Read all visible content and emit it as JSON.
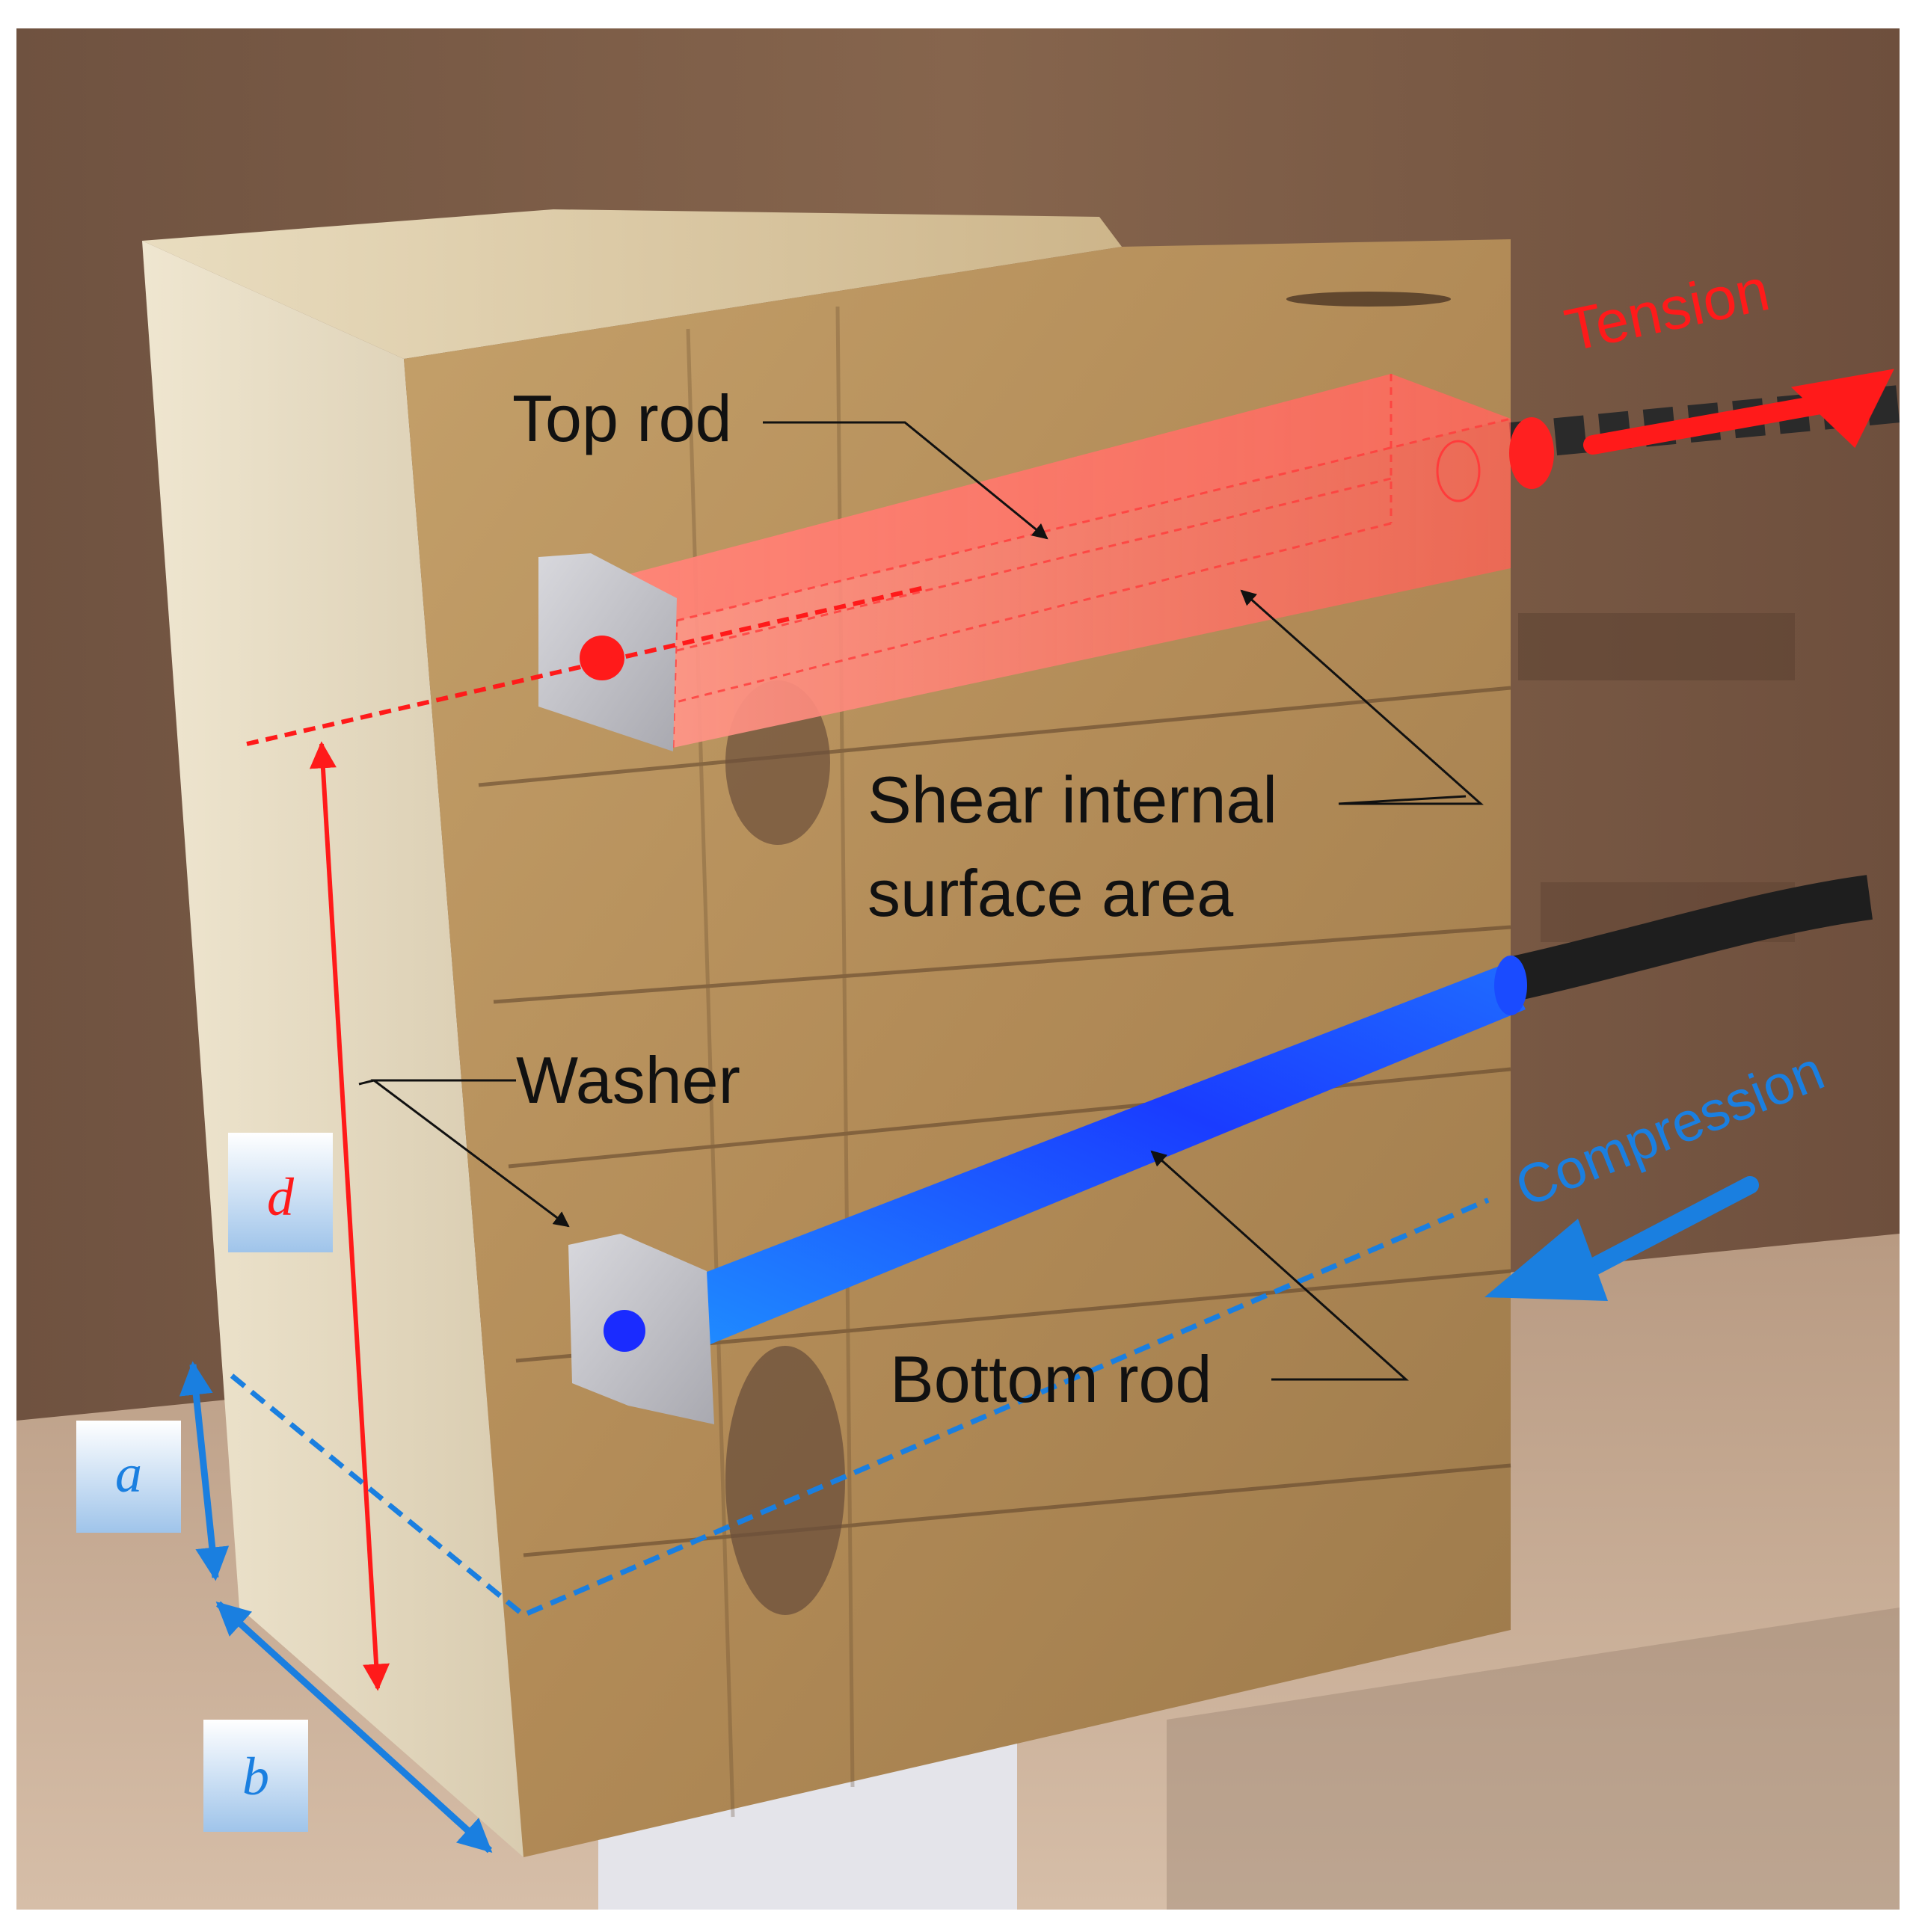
{
  "labels": {
    "top_rod": "Top rod",
    "shear_line1": "Shear internal",
    "shear_line2": "surface area",
    "washer": "Washer",
    "bottom_rod": "Bottom rod",
    "tension": "Tension",
    "compression": "Compression",
    "dim_d": "d",
    "dim_a": "a",
    "dim_b": "b"
  },
  "colors": {
    "tension": "#ff1a1a",
    "compression": "#1a7fe0",
    "top_rod": "#ff8a80",
    "bottom_rod": "#1f4bff",
    "wood_front": "#b8915c",
    "wood_side": "#e6dcc2",
    "wall": "#7a5a44",
    "floor": "#c4a890",
    "washer": "#c9c9cf"
  }
}
